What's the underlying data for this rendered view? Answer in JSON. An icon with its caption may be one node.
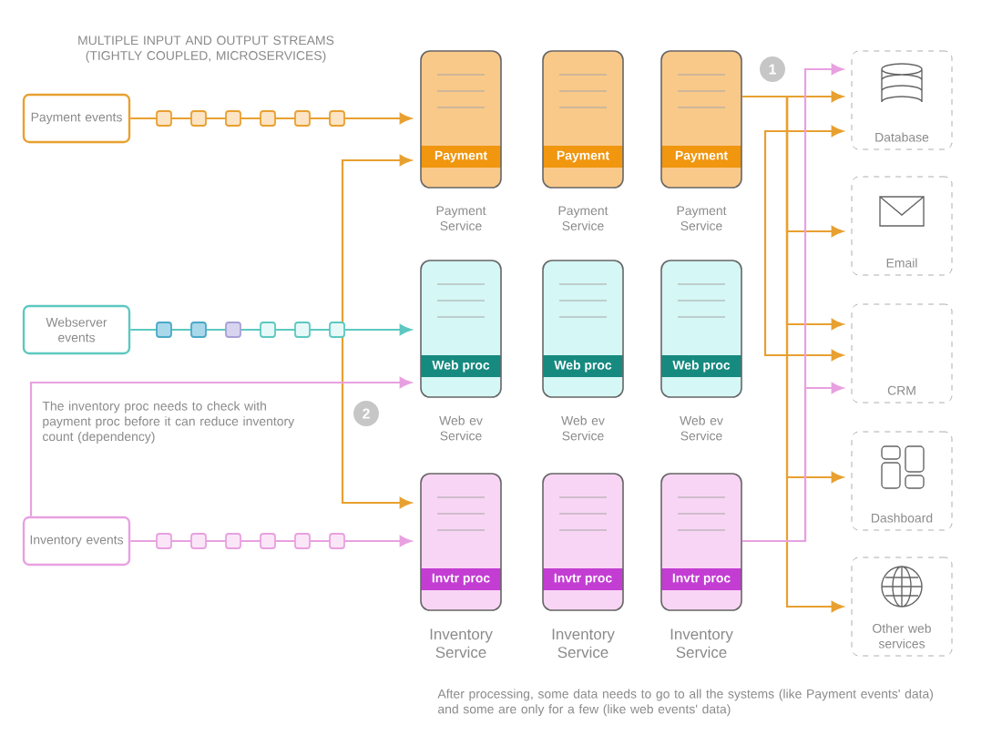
{
  "diagram": {
    "title": "MULTIPLE INPUT AND OUTPUT STREAMS (TIGHTLY COUPLED, MICROSERVICES)",
    "caption": "After processing, some data needs to go to all the systems (like Payment events' data) and some are only for a few (like web events' data)",
    "nodes": [
      {
        "text": [
          "Payment events"
        ]
      },
      {
        "text": [
          "Webserver events"
        ]
      },
      {
        "text": [
          "Inventory events"
        ]
      },
      {
        "text": [
          "Payment"
        ],
        "beside": [
          "Payment Service"
        ]
      },
      {
        "text": [
          "Payment"
        ],
        "beside": [
          "Payment Service"
        ]
      },
      {
        "text": [
          "Payment"
        ],
        "beside": [
          "Payment Service"
        ]
      },
      {
        "text": [
          "Web proc"
        ],
        "beside": [
          "Web ev Service"
        ]
      },
      {
        "text": [
          "Web proc"
        ],
        "beside": [
          "Web ev Service"
        ]
      },
      {
        "text": [
          "Web proc"
        ],
        "beside": [
          "Web ev Service"
        ]
      },
      {
        "text": [
          "Invtr proc"
        ],
        "beside": [
          "Inventory Service"
        ]
      },
      {
        "text": [
          "Invtr proc"
        ],
        "beside": [
          "Inventory Service"
        ]
      },
      {
        "text": [
          "Invtr proc"
        ],
        "beside": [
          "Inventory Service"
        ]
      },
      {
        "text": [
          "Database"
        ]
      },
      {
        "text": [
          "Email"
        ]
      },
      {
        "text": [
          "CRM"
        ]
      },
      {
        "text": [
          "Dashboard"
        ]
      },
      {
        "text": [
          "Other web services"
        ]
      },
      {
        "text": [
          "1"
        ]
      },
      {
        "text": [
          "2"
        ]
      }
    ],
    "edges": [
      {
        "from": 0,
        "to": 3,
        "arrow": "to"
      },
      {
        "from": 1,
        "to": 6,
        "arrow": "to",
        "color": "#5cc8c0"
      },
      {
        "from": 2,
        "to": 9,
        "arrow": "to",
        "color": "#e8a0e0"
      },
      {
        "from": 3,
        "to": 9,
        "arrow": "both"
      },
      {
        "from": 2,
        "to": 6,
        "arrow": "to",
        "color": "#e8a0e0"
      },
      {
        "from": 5,
        "to": 12,
        "arrow": "to"
      },
      {
        "from": 5,
        "to": 13,
        "arrow": "to"
      },
      {
        "from": 5,
        "to": 14,
        "arrow": "to"
      },
      {
        "from": 5,
        "to": 15,
        "arrow": "to"
      },
      {
        "from": 5,
        "to": 16,
        "arrow": "to"
      },
      {
        "from": null,
        "to": 12,
        "arrow": "to"
      },
      {
        "from": null,
        "to": 14,
        "arrow": "to"
      },
      {
        "from": 11,
        "to": 12,
        "arrow": "to",
        "color": "#e8a0e0"
      },
      {
        "from": 11,
        "to": 14,
        "arrow": "to",
        "color": "#e8a0e0"
      }
    ],
    "labels": [
      "The inventory proc needs to check with payment proc before it can reduce inventory count (dependency)"
    ]
  }
}
